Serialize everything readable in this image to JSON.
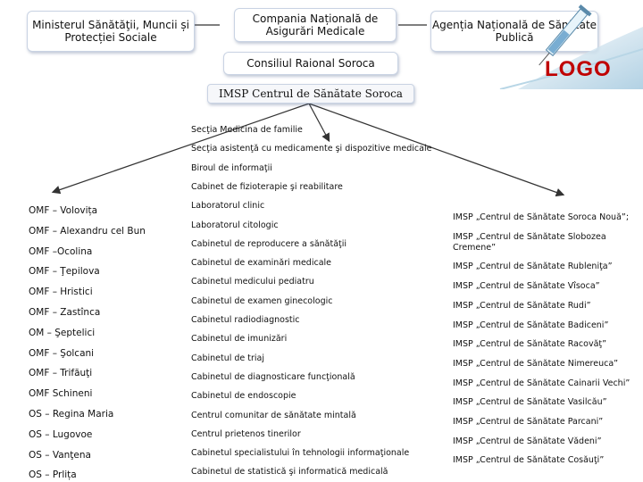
{
  "header": {
    "ministry": "Ministerul Sănătăţii, Muncii și Protecției Sociale",
    "cnam": "Compania Națională de Asigurări Medicale",
    "ansp": "Agenția Națională de Sănătate Publică",
    "council": "Consiliul Raional Soroca",
    "imsp": "IMSP Centrul de Sănătate Soroca",
    "logo": "LOGO"
  },
  "sections": [
    "Secţia Medicina de familie",
    "Secţia asistenţă cu medicamente şi dispozitive medicale",
    "Biroul de informaţii",
    "Cabinet de fizioterapie şi reabilitare",
    "Laboratorul clinic",
    "Laboratorul citologic",
    "Cabinetul de reproducere a sănătăţii",
    "Cabinetul de examinări medicale",
    "Cabinetul medicului pediatru",
    "Cabinetul de examen ginecologic",
    "Cabinetul radiodiagnostic",
    "Cabinetul de imunizări",
    "Cabinetul de triaj",
    "Cabinetul de diagnosticare funcţională",
    "Cabinetul de endoscopie",
    "Centrul comunitar de sănătate mintală",
    "Centrul prietenos tinerilor",
    "Cabinetul specialistului în tehnologii informaţionale",
    "Cabinetul de statistică şi informatică medicală"
  ],
  "omf": [
    "OMF – Volovița",
    "OMF – Alexandru cel Bun",
    "OMF –Ocolina",
    "OMF – Ţepilova",
    "OMF – Hristici",
    "OMF – Zastînca",
    "OM – Şeptelici",
    "OMF – Şolcani",
    "OMF – Trifăuţi",
    "OMF Schineni",
    "OS – Regina Maria",
    "OS – Lugovoe",
    "OS – Vanţena",
    "OS – Prlița"
  ],
  "imsp_list": [
    "IMSP „Centrul de Sănătate Soroca Nouă”;",
    "IMSP „Centrul de Sănătate Slobozea Cremene”",
    "IMSP „Centrul de Sănătate Rubleniţa”",
    "IMSP „Centrul de Sănătate Vîsoca”",
    "IMSP „Centrul de Sănătate Rudi”",
    "IMSP „Centrul de Sănătate Badiceni”",
    "IMSP „Centrul de Sănătate Racovăţ”",
    "IMSP „Centrul de Sănătate Nimereuca”",
    "IMSP „Centrul de Sănătate Cainarii Vechi”",
    "IMSP „Centrul de Sănătate Vasilcău”",
    "IMSP „Centrul de Sănătate Parcani”",
    "IMSP „Centrul de Sănătate Vădeni”",
    "IMSP „Centrul de Sănătate Cosăuţi”"
  ]
}
